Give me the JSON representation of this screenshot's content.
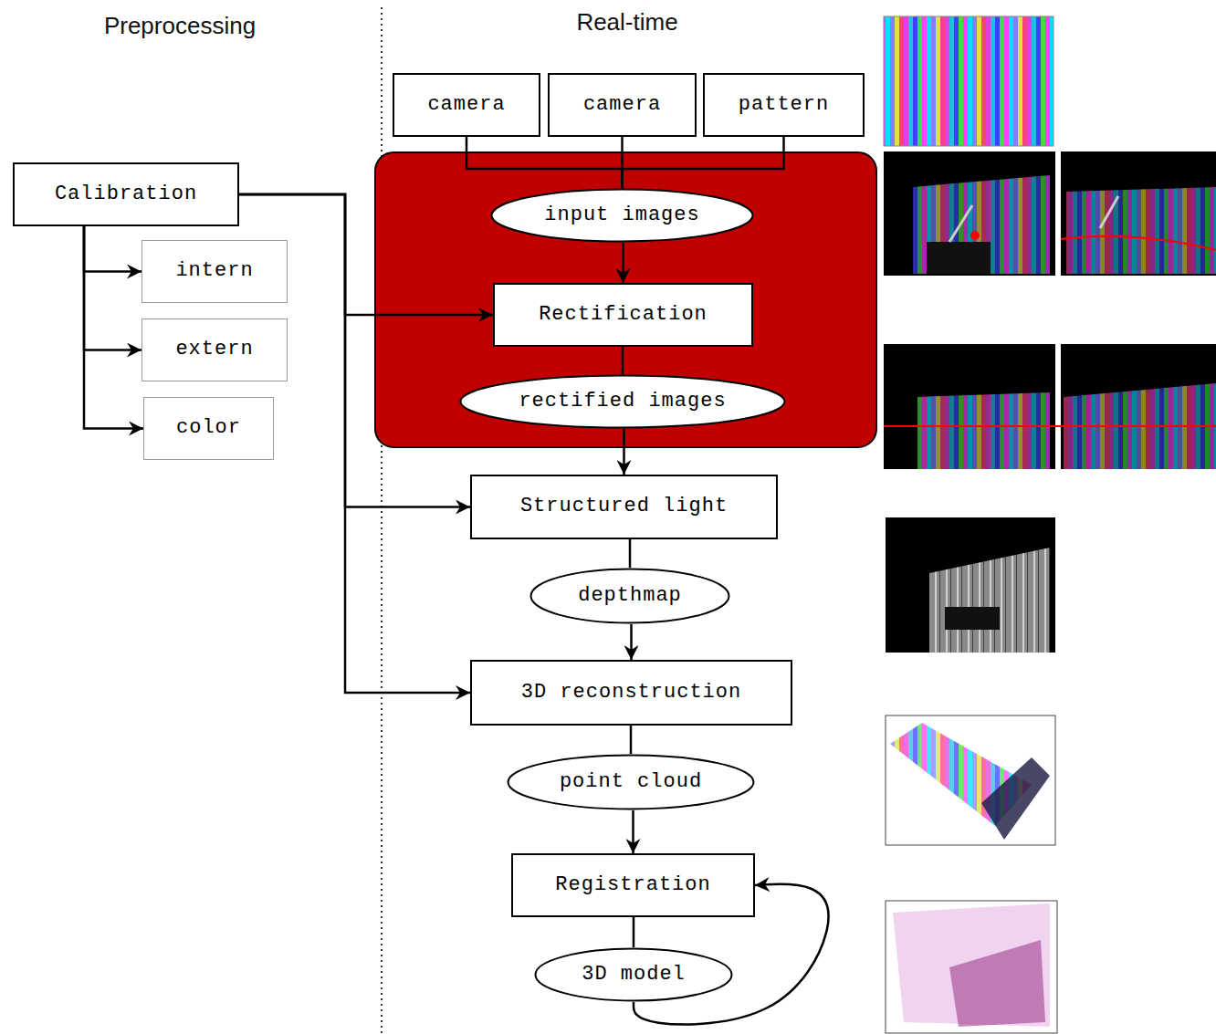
{
  "diagram": {
    "nodes": [
      {
        "text": [
          "Calibration"
        ]
      },
      {
        "text": [
          "intern"
        ]
      },
      {
        "text": [
          "extern"
        ]
      },
      {
        "text": [
          "color"
        ]
      },
      {
        "text": [
          "camera"
        ]
      },
      {
        "text": [
          "camera"
        ]
      },
      {
        "text": [
          "pattern"
        ]
      },
      {
        "text": [
          "input images"
        ]
      },
      {
        "text": [
          "Rectification"
        ]
      },
      {
        "text": [
          "rectified images"
        ]
      },
      {
        "text": [
          "Structured light"
        ]
      },
      {
        "text": [
          "depthmap"
        ]
      },
      {
        "text": [
          "3D reconstruction"
        ]
      },
      {
        "text": [
          "point cloud"
        ]
      },
      {
        "text": [
          "Registration"
        ]
      },
      {
        "text": [
          "3D model"
        ]
      }
    ],
    "edges": [
      {
        "from": 0,
        "to": 1,
        "arrow": "to"
      },
      {
        "from": 0,
        "to": 2,
        "arrow": "to"
      },
      {
        "from": 0,
        "to": 3,
        "arrow": "to"
      },
      {
        "from": 0,
        "to": 8,
        "arrow": "to"
      },
      {
        "from": 0,
        "to": 10,
        "arrow": "to"
      },
      {
        "from": 0,
        "to": 12,
        "arrow": "to"
      },
      {
        "from": 4,
        "to": 7,
        "arrow": "none"
      },
      {
        "from": 5,
        "to": 7,
        "arrow": "none"
      },
      {
        "from": 6,
        "to": 7,
        "arrow": "none"
      },
      {
        "from": 7,
        "to": 8,
        "arrow": "to"
      },
      {
        "from": 8,
        "to": 9,
        "arrow": "none"
      },
      {
        "from": 9,
        "to": 10,
        "arrow": "to"
      },
      {
        "from": 10,
        "to": 11,
        "arrow": "none"
      },
      {
        "from": 11,
        "to": 12,
        "arrow": "to"
      },
      {
        "from": 12,
        "to": 13,
        "arrow": "none"
      },
      {
        "from": 13,
        "to": 14,
        "arrow": "to"
      },
      {
        "from": 14,
        "to": 15,
        "arrow": "none"
      },
      {
        "from": 15,
        "to": 14,
        "arrow": "to"
      }
    ],
    "labels": [
      "Preprocessing",
      "Real-time"
    ]
  }
}
